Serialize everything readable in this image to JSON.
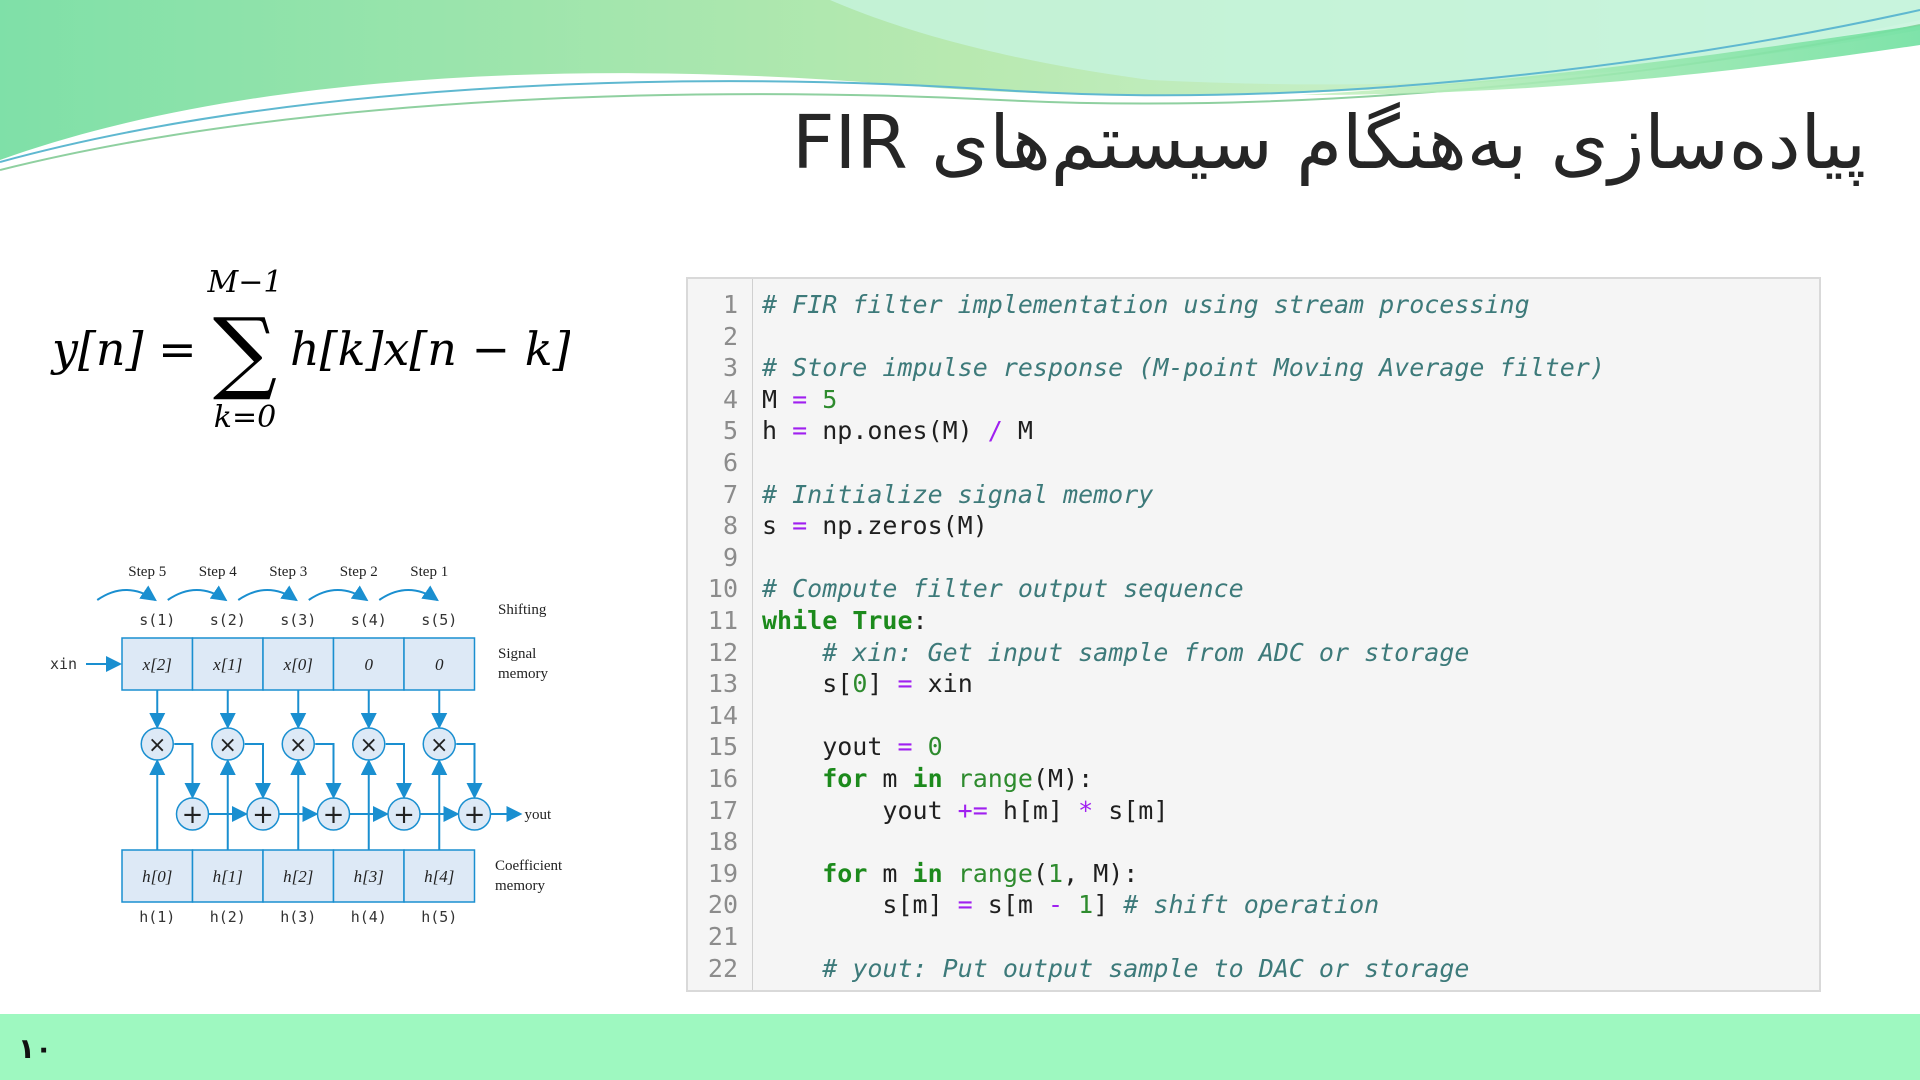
{
  "slide": {
    "title": "پیاده‌سازی به‌هنگام سیستم‌های FIR",
    "page_number": "۱۰"
  },
  "formula": {
    "lhs": "y[n] =",
    "upper_limit": "M−1",
    "lower_limit": "k=0",
    "sigma": "∑",
    "body": "h[k]x[n − k]"
  },
  "diagram": {
    "steps": [
      "Step 5",
      "Step 4",
      "Step 3",
      "Step 2",
      "Step 1"
    ],
    "shifting_label": "Shifting",
    "s_labels": [
      "s(1)",
      "s(2)",
      "s(3)",
      "s(4)",
      "s(5)"
    ],
    "input_label": "xin",
    "signal_cells": [
      "x[2]",
      "x[1]",
      "x[0]",
      "0",
      "0"
    ],
    "signal_memory_label": [
      "Signal",
      "memory"
    ],
    "output_label": "yout",
    "coef_cells": [
      "h[0]",
      "h[1]",
      "h[2]",
      "h[3]",
      "h[4]"
    ],
    "coef_memory_label": [
      "Coefficient",
      "memory"
    ],
    "h_labels": [
      "h(1)",
      "h(2)",
      "h(3)",
      "h(4)",
      "h(5)"
    ]
  },
  "code": {
    "lines": [
      [
        {
          "t": "# FIR filter implementation using stream processing",
          "c": "comment"
        }
      ],
      [],
      [
        {
          "t": "# Store impulse response (M-point Moving Average filter)",
          "c": "comment"
        }
      ],
      [
        {
          "t": "M "
        },
        {
          "t": "=",
          "c": "op"
        },
        {
          "t": " "
        },
        {
          "t": "5",
          "c": "num"
        }
      ],
      [
        {
          "t": "h "
        },
        {
          "t": "=",
          "c": "op"
        },
        {
          "t": " np.ones(M) "
        },
        {
          "t": "/",
          "c": "op"
        },
        {
          "t": " M"
        }
      ],
      [],
      [
        {
          "t": "# Initialize signal memory",
          "c": "comment"
        }
      ],
      [
        {
          "t": "s "
        },
        {
          "t": "=",
          "c": "op"
        },
        {
          "t": " np.zeros(M)"
        }
      ],
      [],
      [
        {
          "t": "# Compute filter output sequence",
          "c": "comment"
        }
      ],
      [
        {
          "t": "while",
          "c": "kw"
        },
        {
          "t": " "
        },
        {
          "t": "True",
          "c": "kw"
        },
        {
          "t": ":"
        }
      ],
      [
        {
          "t": "    "
        },
        {
          "t": "# xin: Get input sample from ADC or storage",
          "c": "comment"
        }
      ],
      [
        {
          "t": "    s["
        },
        {
          "t": "0",
          "c": "num"
        },
        {
          "t": "] "
        },
        {
          "t": "=",
          "c": "op"
        },
        {
          "t": " xin"
        }
      ],
      [],
      [
        {
          "t": "    yout "
        },
        {
          "t": "=",
          "c": "op"
        },
        {
          "t": " "
        },
        {
          "t": "0",
          "c": "num"
        }
      ],
      [
        {
          "t": "    "
        },
        {
          "t": "for",
          "c": "kw"
        },
        {
          "t": " m "
        },
        {
          "t": "in",
          "c": "kw"
        },
        {
          "t": " "
        },
        {
          "t": "range",
          "c": "builtin"
        },
        {
          "t": "(M):"
        }
      ],
      [
        {
          "t": "        yout "
        },
        {
          "t": "+=",
          "c": "op"
        },
        {
          "t": " h[m] "
        },
        {
          "t": "*",
          "c": "op"
        },
        {
          "t": " s[m]"
        }
      ],
      [],
      [
        {
          "t": "    "
        },
        {
          "t": "for",
          "c": "kw"
        },
        {
          "t": " m "
        },
        {
          "t": "in",
          "c": "kw"
        },
        {
          "t": " "
        },
        {
          "t": "range",
          "c": "builtin"
        },
        {
          "t": "("
        },
        {
          "t": "1",
          "c": "num"
        },
        {
          "t": ", M):"
        }
      ],
      [
        {
          "t": "        s[m] "
        },
        {
          "t": "=",
          "c": "op"
        },
        {
          "t": " s[m "
        },
        {
          "t": "-",
          "c": "op"
        },
        {
          "t": " "
        },
        {
          "t": "1",
          "c": "num"
        },
        {
          "t": "] "
        },
        {
          "t": "# shift operation",
          "c": "comment"
        }
      ],
      [],
      [
        {
          "t": "    "
        },
        {
          "t": "# yout: Put output sample to DAC or storage",
          "c": "comment"
        }
      ]
    ]
  }
}
